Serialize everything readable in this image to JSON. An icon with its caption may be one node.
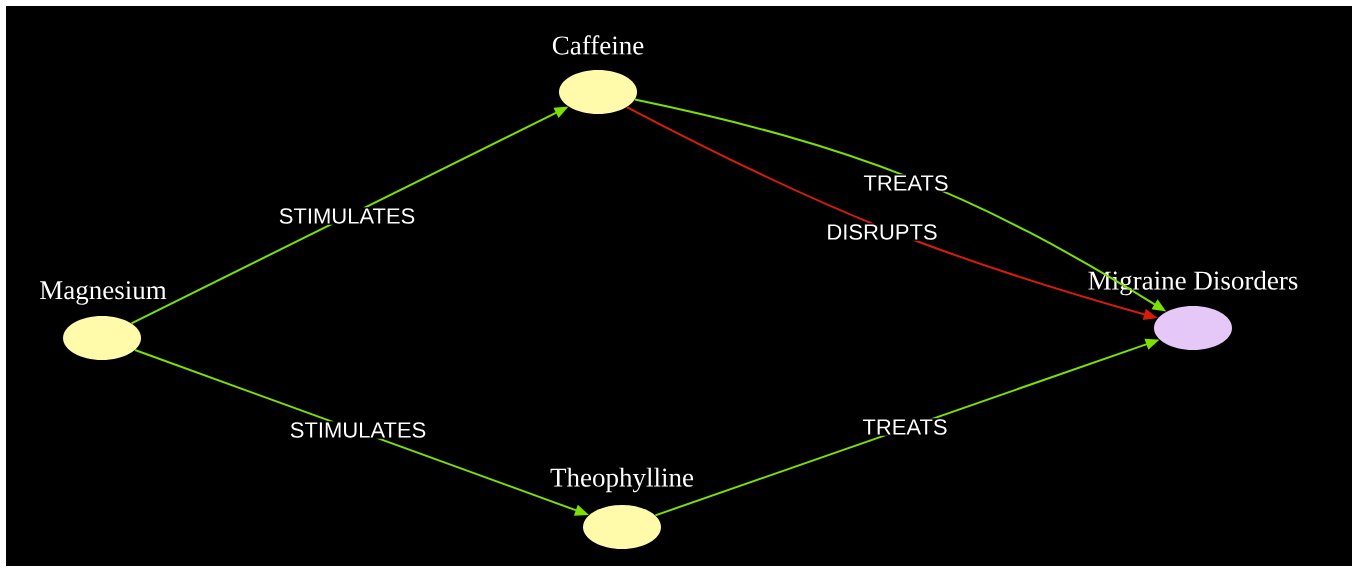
{
  "diagram": {
    "nodes": [
      {
        "text": [
          "Magnesium"
        ]
      },
      {
        "text": [
          "Caffeine"
        ]
      },
      {
        "text": [
          "Theophylline"
        ]
      },
      {
        "text": [
          "Migraine Disorders"
        ]
      }
    ],
    "edges": [
      {
        "from": 0,
        "to": 1,
        "arrow": "to",
        "label": "STIMULATES"
      },
      {
        "from": 0,
        "to": 2,
        "arrow": "to",
        "label": "STIMULATES"
      },
      {
        "from": 1,
        "to": 3,
        "arrow": "to",
        "label": "TREATS"
      },
      {
        "from": 1,
        "to": 3,
        "arrow": "to",
        "label": "DISRUPTS",
        "color": "#d81c0c"
      },
      {
        "from": 2,
        "to": 3,
        "arrow": "to",
        "label": "TREATS"
      }
    ]
  }
}
